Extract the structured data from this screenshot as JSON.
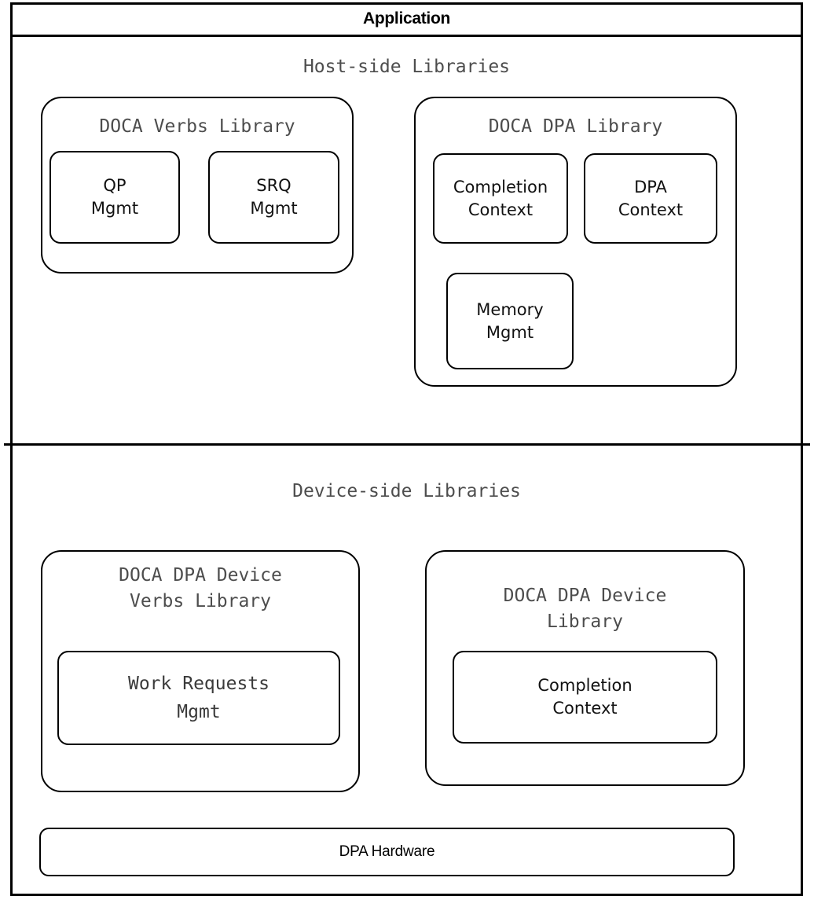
{
  "diagram": {
    "title": "Application",
    "sections": [
      {
        "id": "host",
        "heading": "Host-side Libraries",
        "groups": [
          {
            "id": "doca-verbs-library",
            "title": "DOCA Verbs Library",
            "children": [
              {
                "id": "qp-mgmt",
                "label": "QP\nMgmt"
              },
              {
                "id": "srq-mgmt",
                "label": "SRQ\nMgmt"
              }
            ]
          },
          {
            "id": "doca-dpa-library",
            "title": "DOCA DPA Library",
            "children": [
              {
                "id": "completion-context",
                "label": "Completion\nContext"
              },
              {
                "id": "dpa-context",
                "label": "DPA\nContext"
              },
              {
                "id": "memory-mgmt",
                "label": "Memory\nMgmt"
              }
            ]
          }
        ]
      },
      {
        "id": "device",
        "heading": "Device-side Libraries",
        "groups": [
          {
            "id": "doca-dpa-device-verbs-library",
            "title": "DOCA DPA Device\nVerbs Library",
            "children": [
              {
                "id": "work-requests-mgmt",
                "label": "Work Requests\nMgmt"
              }
            ]
          },
          {
            "id": "doca-dpa-device-library",
            "title": "DOCA DPA Device\nLibrary",
            "children": [
              {
                "id": "device-completion-context",
                "label": "Completion\nContext"
              }
            ]
          }
        ],
        "hardware": {
          "id": "dpa-hardware",
          "label": "DPA Hardware"
        }
      }
    ],
    "colors": {
      "stroke": "#000000",
      "background": "#ffffff",
      "group_title_text": "#4d4d4d",
      "leaf_text": "#111111",
      "mono_leaf_text": "#3a3a3a"
    }
  }
}
